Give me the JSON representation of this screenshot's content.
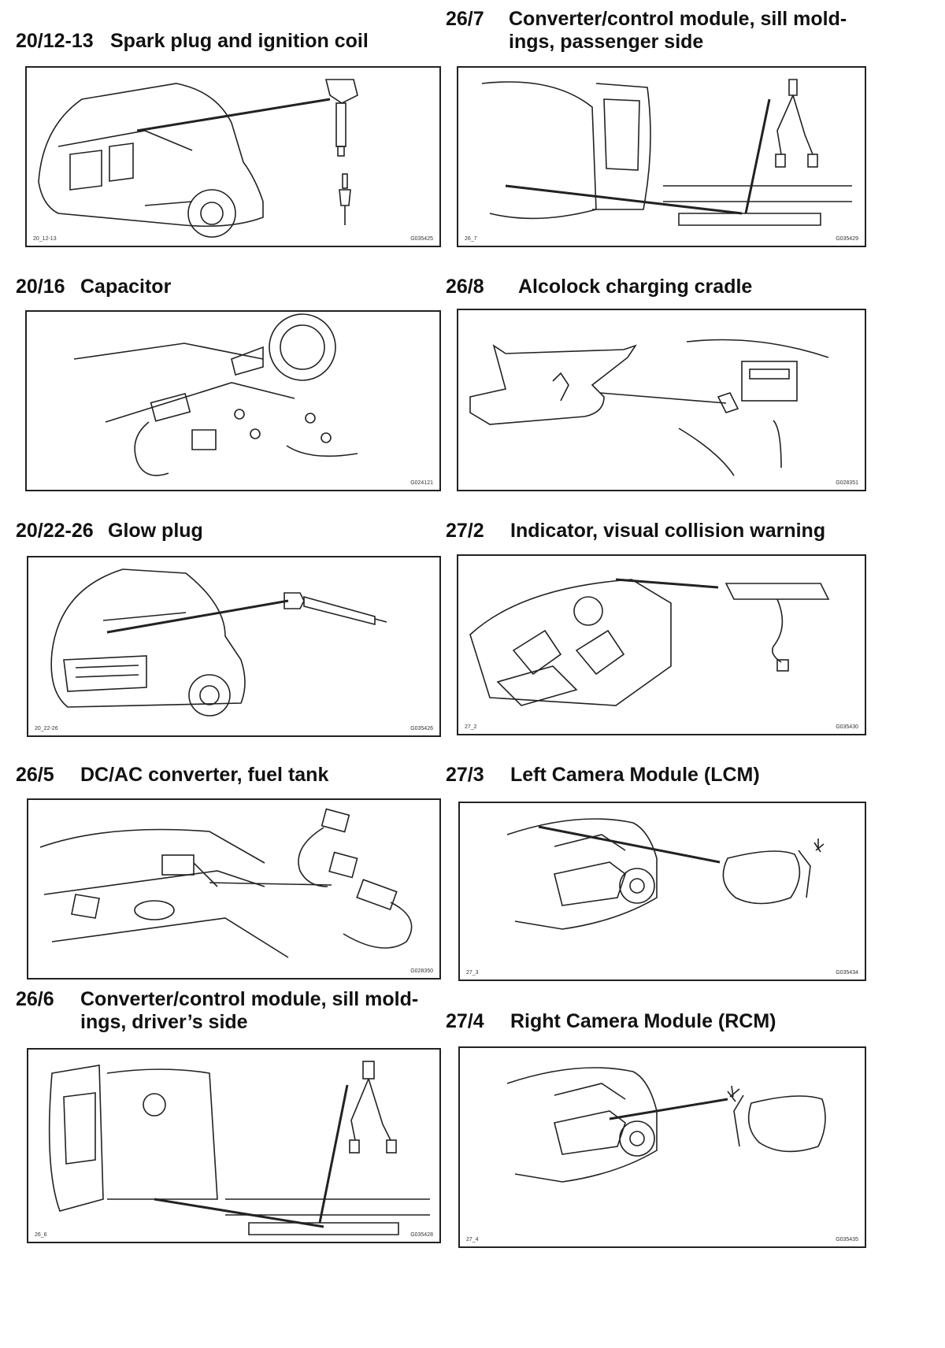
{
  "colors": {
    "ink": "#222222",
    "paper": "#ffffff"
  },
  "entries": [
    {
      "code": "20/12-13",
      "title_lines": [
        "Spark plug and ignition coil"
      ],
      "fig_left": "20_12-13",
      "fig_right": "G035425"
    },
    {
      "code": "26/7",
      "title_lines": [
        "Converter/control module, sill mold-",
        "ings, passenger side"
      ],
      "fig_left": "26_7",
      "fig_right": "G035429"
    },
    {
      "code": "20/16",
      "title_lines": [
        "Capacitor"
      ],
      "fig_left": "",
      "fig_right": "G024121"
    },
    {
      "code": "26/8",
      "title_lines": [
        "Alcolock charging cradle"
      ],
      "fig_left": "",
      "fig_right": "G028351"
    },
    {
      "code": "20/22-26",
      "title_lines": [
        "Glow plug"
      ],
      "fig_left": "20_22-26",
      "fig_right": "G035426"
    },
    {
      "code": "27/2",
      "title_lines": [
        "Indicator, visual collision warning"
      ],
      "fig_left": "27_2",
      "fig_right": "G035430"
    },
    {
      "code": "26/5",
      "title_lines": [
        "DC/AC converter, fuel tank"
      ],
      "fig_left": "",
      "fig_right": "G028350"
    },
    {
      "code": "27/3",
      "title_lines": [
        "Left Camera Module (LCM)"
      ],
      "fig_left": "27_3",
      "fig_right": "G035434"
    },
    {
      "code": "26/6",
      "title_lines": [
        "Converter/control module, sill mold-",
        "ings, driver’s side"
      ],
      "fig_left": "26_6",
      "fig_right": "G035428"
    },
    {
      "code": "27/4",
      "title_lines": [
        "Right Camera Module (RCM)"
      ],
      "fig_left": "27_4",
      "fig_right": "G035435"
    }
  ]
}
